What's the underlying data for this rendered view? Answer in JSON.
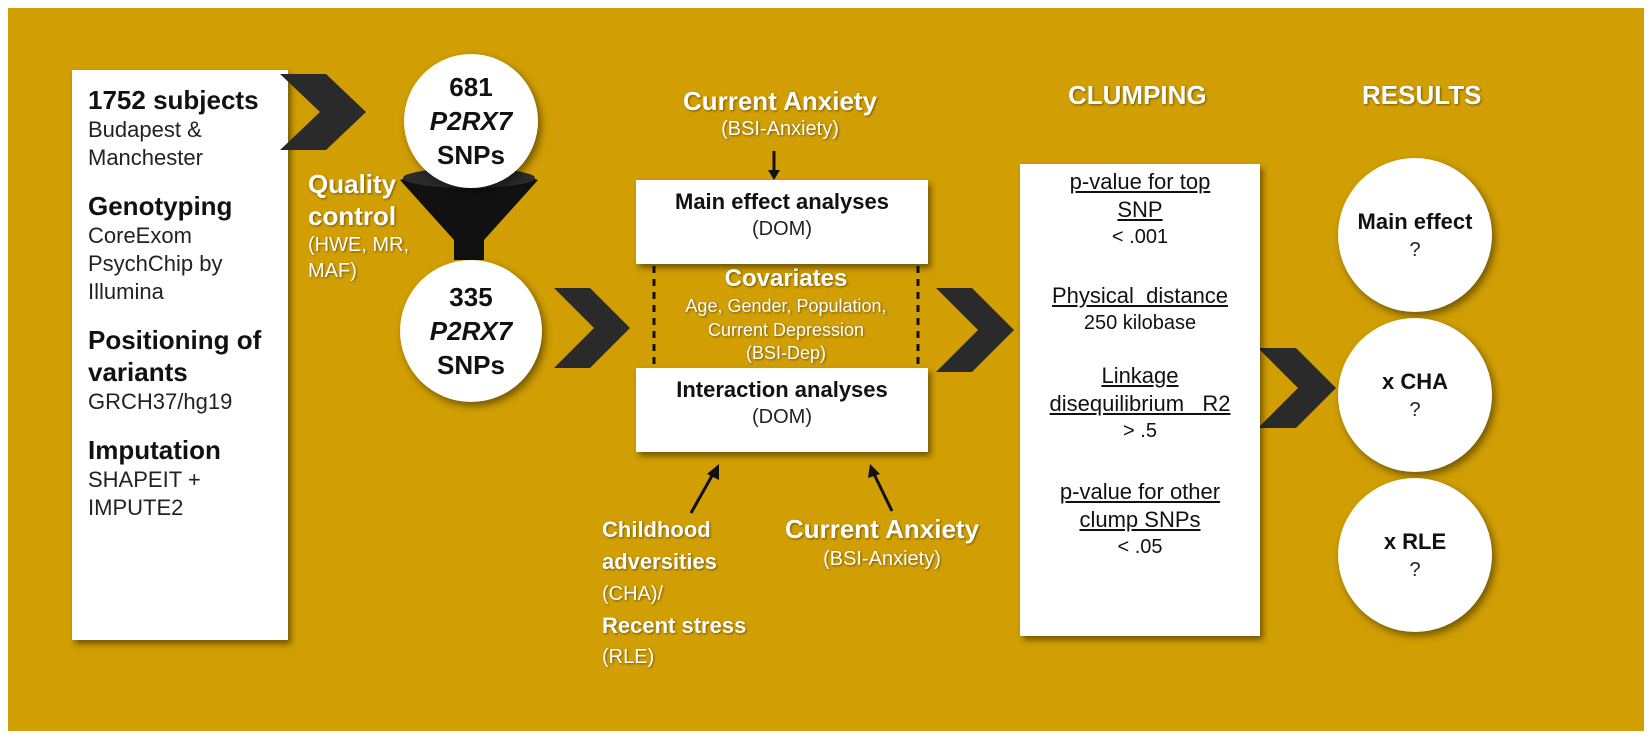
{
  "colors": {
    "background": "#d19e03",
    "box": "#ffffff",
    "chevron": "#2a2a2a",
    "funnel": "#111111"
  },
  "input_box": {
    "subjects_title": "1752 subjects",
    "subjects_line1": "Budapest &",
    "subjects_line2": "Manchester",
    "genotyping_title": "Genotyping",
    "genotyping_line1": "CoreExom",
    "genotyping_line2": "PsychChip by",
    "genotyping_line3": "Illumina",
    "positioning_title1": "Positioning of",
    "positioning_title2": "variants",
    "positioning_line1": "GRCH37/hg19",
    "imputation_title": "Imputation",
    "imputation_line1": "SHAPEIT +",
    "imputation_line2": "IMPUTE2"
  },
  "snp_top": {
    "count": "681",
    "gene": "P2RX7",
    "unit": "SNPs"
  },
  "snp_bottom": {
    "count": "335",
    "gene": "P2RX7",
    "unit": "SNPs"
  },
  "quality_control": {
    "title1": "Quality",
    "title2": "control",
    "line1": "(HWE, MR,",
    "line2": "MAF)"
  },
  "analyses": {
    "top_label": "Current Anxiety",
    "top_label_sub": "(BSI-Anxiety)",
    "main_effect_title": "Main effect analyses",
    "main_effect_sub": "(DOM)",
    "covariates_title": "Covariates",
    "covariates_line1": "Age, Gender, Population,",
    "covariates_line2": "Current Depression",
    "covariates_line3": "(BSI-Dep)",
    "interaction_title": "Interaction analyses",
    "interaction_sub": "(DOM)",
    "cha_line1": "Childhood",
    "cha_line2": "adversities",
    "cha_line3": "(CHA)/",
    "rle_line1": "Recent stress",
    "rle_line2": "(RLE)",
    "bottom_label": "Current Anxiety",
    "bottom_label_sub": "(BSI-Anxiety)"
  },
  "clumping": {
    "header": "CLUMPING",
    "crit1_line1": "p-value for top",
    "crit1_line2": "SNP",
    "crit1_value": "< .001",
    "crit2_line1": "Physical  distance",
    "crit2_value": "250 kilobase",
    "crit3_line1": "Linkage",
    "crit3_line2": "disequilibrium   R2",
    "crit3_value": "> .5",
    "crit4_line1": "p-value for other",
    "crit4_line2": "clump SNPs",
    "crit4_value": "< .05"
  },
  "results": {
    "header": "RESULTS",
    "main_title": "Main effect",
    "main_value": "?",
    "cha_title": "x CHA",
    "cha_value": "?",
    "rle_title": "x RLE",
    "rle_value": "?"
  }
}
